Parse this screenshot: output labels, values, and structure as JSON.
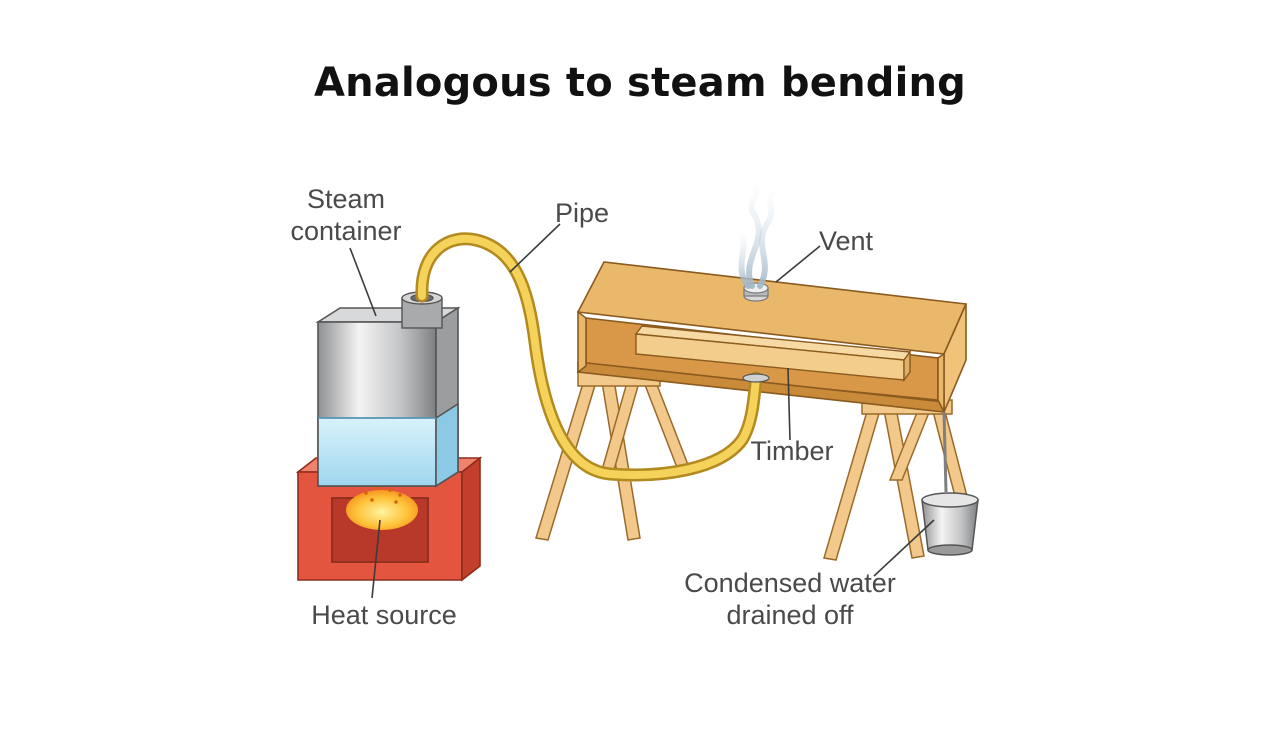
{
  "title": "Analogous to steam bending",
  "labels": {
    "steam_container_1": "Steam",
    "steam_container_2": "container",
    "pipe": "Pipe",
    "vent": "Vent",
    "timber": "Timber",
    "heat_source": "Heat source",
    "condensed_1": "Condensed water",
    "condensed_2": "drained off"
  },
  "colors": {
    "wood": "#e9b86b",
    "wood_dark": "#c98a3a",
    "brick": "#e4553f",
    "metal": "#b9babc",
    "water": "#bfe7f5",
    "pipe": "#f2c94c",
    "flame": "#f5a623"
  }
}
